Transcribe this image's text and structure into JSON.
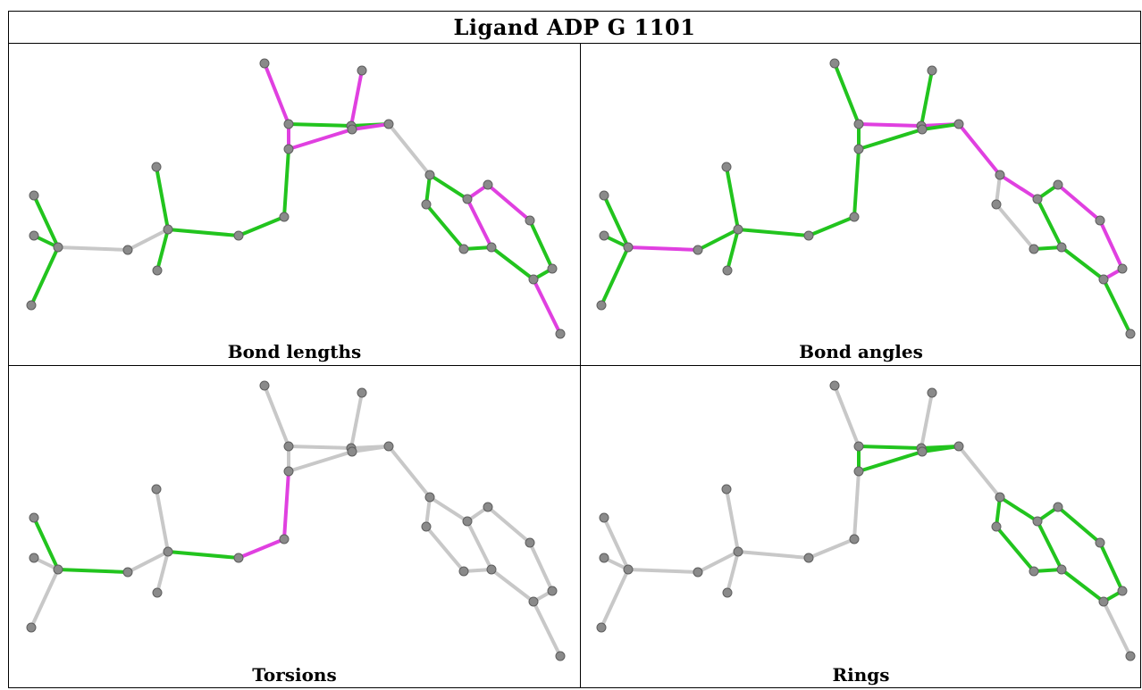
{
  "title": "Ligand ADP G 1101",
  "colors": {
    "grey": "#c8c8c8",
    "green": "#22c41e",
    "magenta": "#e040e0",
    "atom": "#8a8a8a"
  },
  "panels": [
    {
      "caption": "Bond lengths"
    },
    {
      "caption": "Bond angles"
    },
    {
      "caption": "Torsions"
    },
    {
      "caption": "Rings"
    }
  ]
}
